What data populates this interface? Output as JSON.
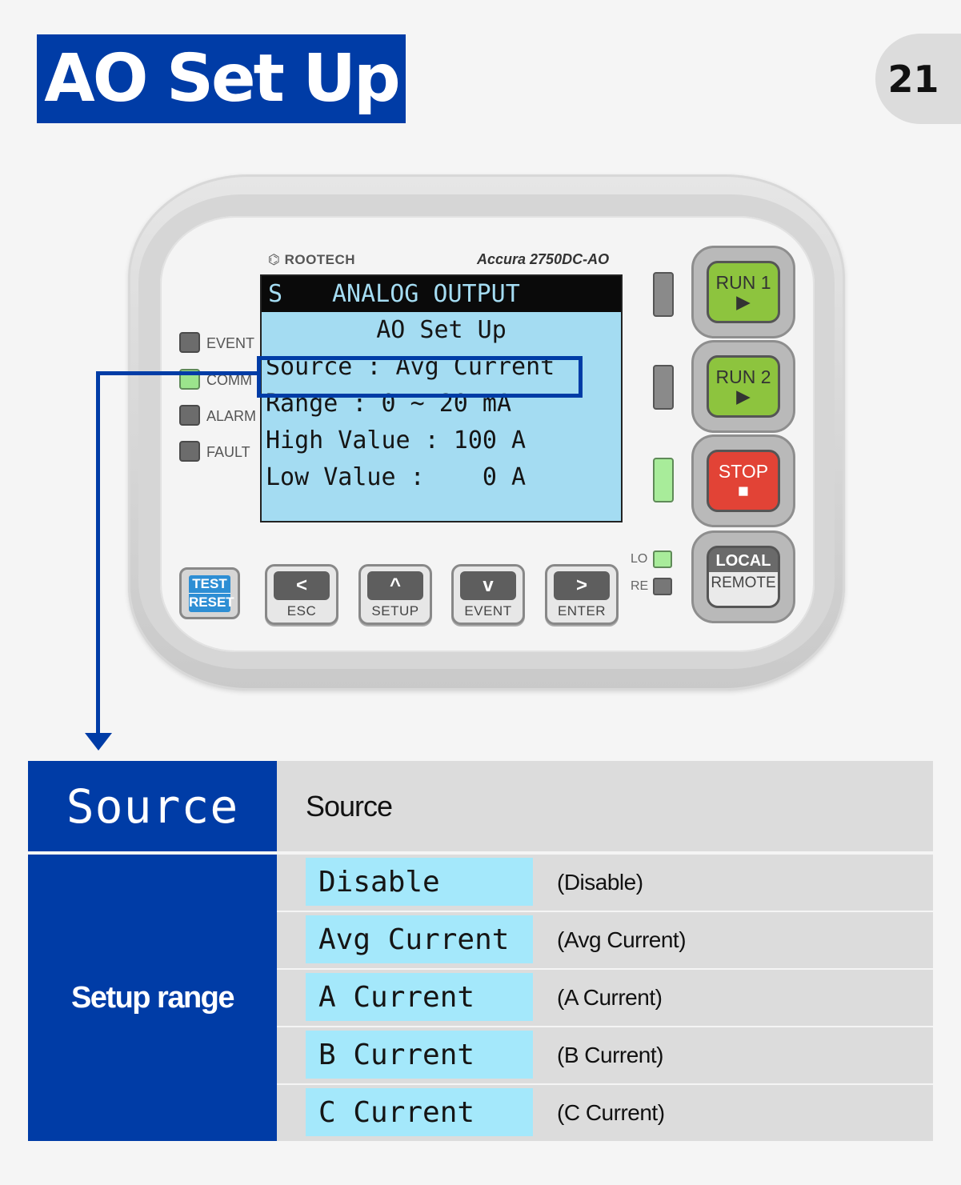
{
  "header": {
    "title": "AO Set Up",
    "page_number": "21"
  },
  "device": {
    "brand": "ROOTECH",
    "model": "Accura 2750DC-AO",
    "lcd": {
      "header_s": "S",
      "header_title": "ANALOG OUTPUT",
      "subtitle": "AO Set Up",
      "lines": [
        "Source : Avg Current",
        "Range : 0 ~ 20 mA",
        "High Value : 100 A",
        "Low Value :    0 A"
      ]
    },
    "status_leds": [
      {
        "label": "EVENT",
        "state": "off"
      },
      {
        "label": "COMM",
        "state": "on"
      },
      {
        "label": "ALARM",
        "state": "off"
      },
      {
        "label": "FAULT",
        "state": "off"
      }
    ],
    "control_buttons": {
      "run1": {
        "label": "RUN 1",
        "icon": "▶"
      },
      "run2": {
        "label": "RUN 2",
        "icon": "▶"
      },
      "stop": {
        "label": "STOP",
        "icon": "■"
      },
      "local": "LOCAL",
      "remote": "REMOTE"
    },
    "mode_leds": {
      "lo": "LO",
      "re": "RE"
    },
    "nav_buttons": [
      {
        "label": "ESC",
        "icon": "<"
      },
      {
        "label": "SETUP",
        "icon": "^"
      },
      {
        "label": "EVENT",
        "icon": "v"
      },
      {
        "label": "ENTER",
        "icon": ">"
      }
    ],
    "test_button": {
      "line1": "TEST",
      "line2": "RESET"
    },
    "colors": {
      "lcd": "#a4dcf2",
      "accent": "#003ca6",
      "run": "#8dc43e",
      "stop": "#e24336"
    }
  },
  "table": {
    "source_display": "Source",
    "source_desc": "Source",
    "setup_range_label": "Setup range",
    "options": [
      {
        "display": "Disable",
        "desc": "(Disable)"
      },
      {
        "display": "Avg Current",
        "desc": "(Avg Current)"
      },
      {
        "display": "A Current",
        "desc": "(A Current)"
      },
      {
        "display": "B Current",
        "desc": "(B Current)"
      },
      {
        "display": "C Current",
        "desc": "(C Current)"
      }
    ]
  }
}
